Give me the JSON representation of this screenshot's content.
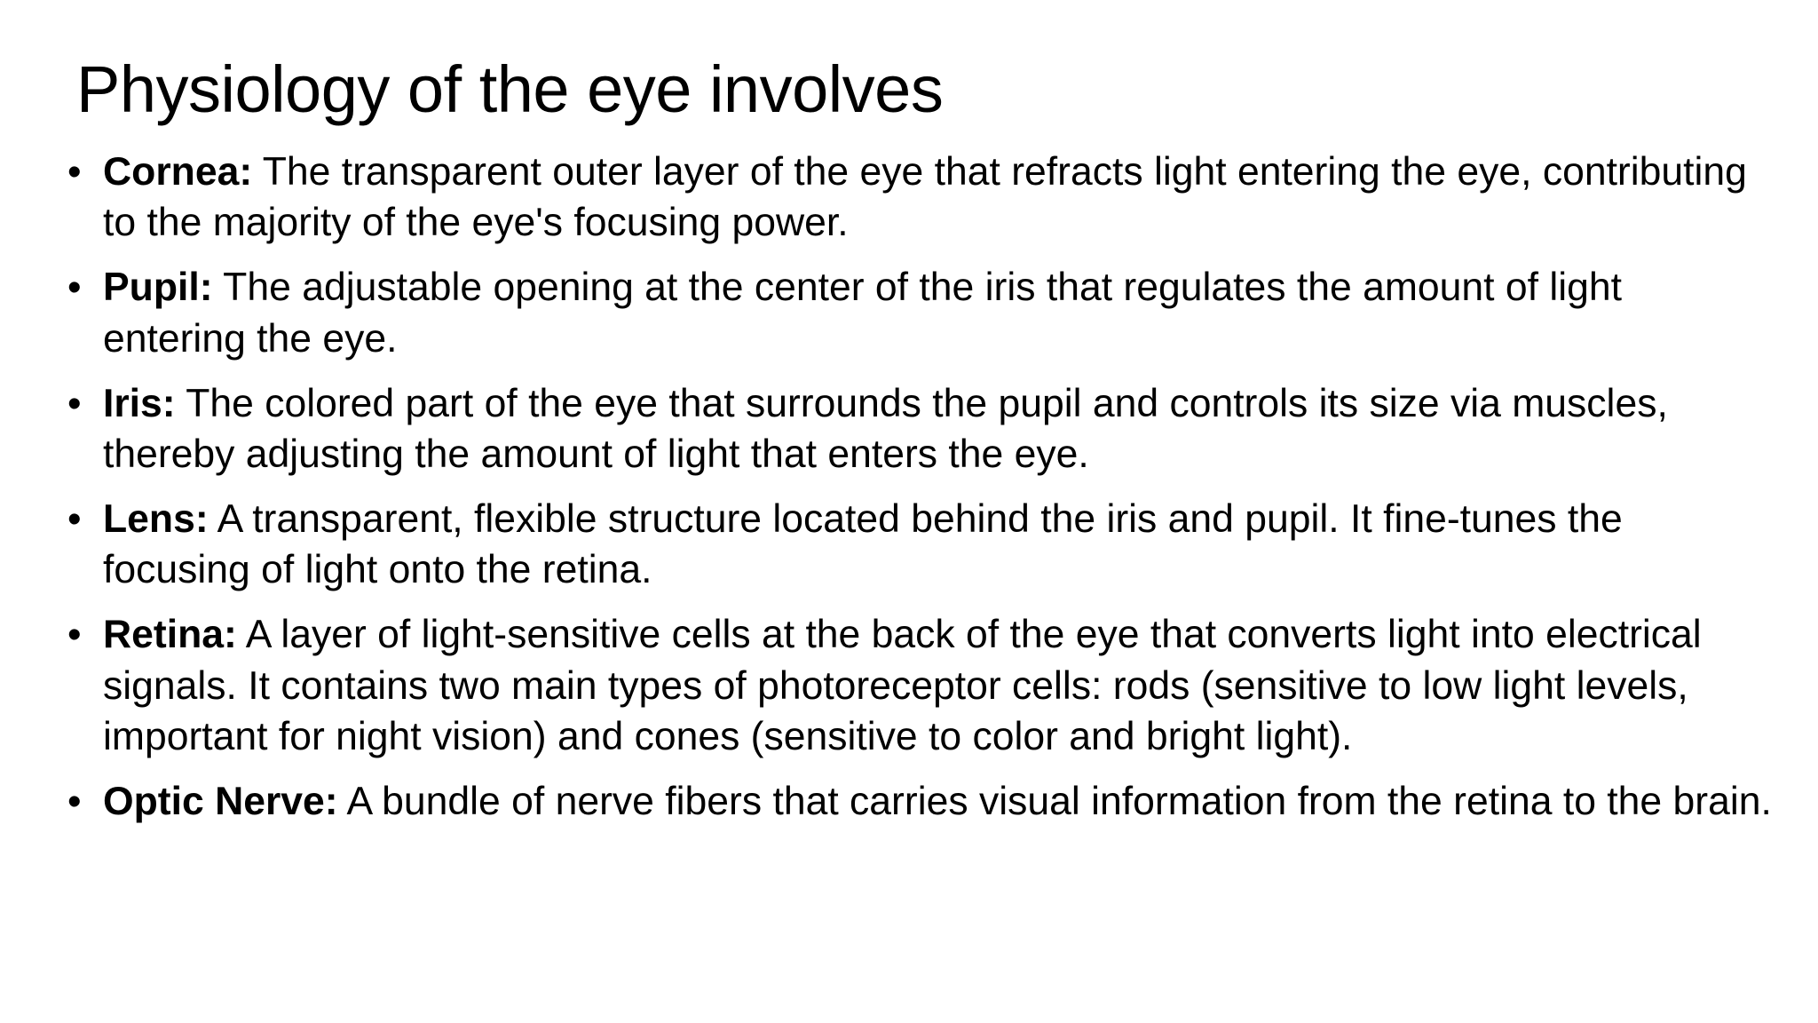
{
  "slide": {
    "title": "Physiology of the eye involves",
    "bullet_marker": "•",
    "bullets": [
      {
        "term": "Cornea:",
        "description": "The transparent outer layer of the eye that refracts light entering the eye, contributing to the majority of the eye's focusing power."
      },
      {
        "term": "Pupil:",
        "description": "The adjustable opening at the center of the iris that regulates the amount of light entering the eye."
      },
      {
        "term": "Iris:",
        "description": "The colored part of the eye that surrounds the pupil and controls its size via muscles, thereby adjusting the amount of light that enters the eye."
      },
      {
        "term": "Lens:",
        "description": "A transparent, flexible structure located behind the iris and pupil. It fine-tunes the focusing of light onto the retina."
      },
      {
        "term": "Retina:",
        "description": "A layer of light-sensitive cells at the back of the eye that converts light into electrical signals. It contains two main types of photoreceptor cells: rods (sensitive to low light levels, important for night vision) and cones (sensitive to color and bright light)."
      },
      {
        "term": "Optic Nerve:",
        "description": "A bundle of nerve fibers that carries visual information from the retina to the brain."
      }
    ],
    "colors": {
      "background": "#ffffff",
      "text": "#000000"
    }
  }
}
